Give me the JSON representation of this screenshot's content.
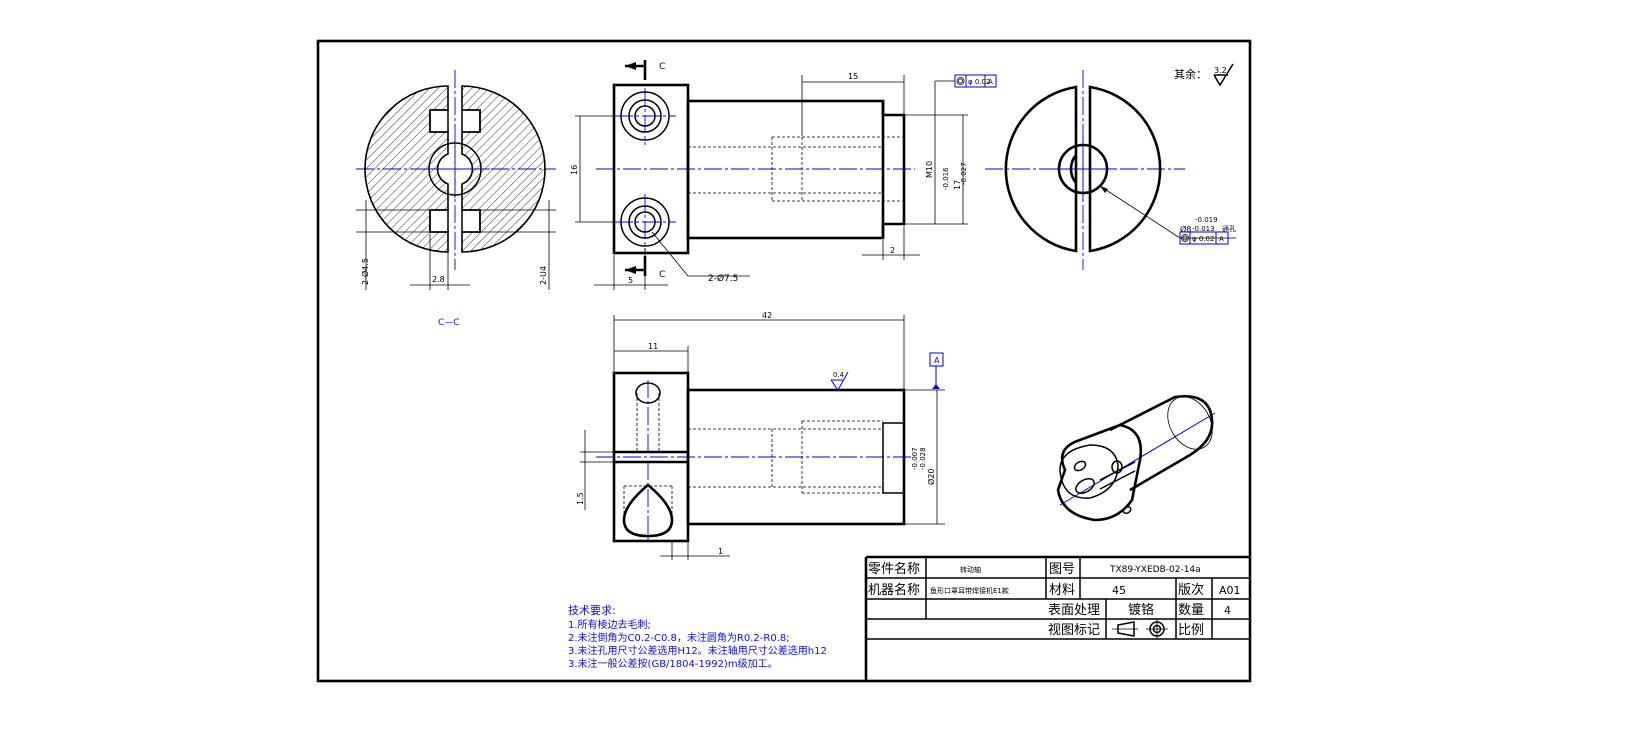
{
  "title_block": {
    "part_name_label": "零件名称",
    "part_name_value": "转动轴",
    "drawing_no_label": "图号",
    "drawing_no_value": "TX89-YXEDB-02-14a",
    "machine_name_label": "机器名称",
    "machine_name_value": "鱼形口罩耳带焊接机E1款",
    "material_label": "材料",
    "material_value": "45",
    "revision_label": "版次",
    "revision_value": "A01",
    "surface_label": "表面处理",
    "surface_value": "镀铬",
    "quantity_label": "数量",
    "quantity_value": "4",
    "view_mark_label": "视图标记",
    "scale_label": "比例",
    "scale_value": ""
  },
  "tech_requirements": {
    "heading": "技术要求:",
    "items": [
      "1.所有棱边去毛刺;",
      "2.未注倒角为C0.2-C0.8，未注圆角为R0.2-R0.8;",
      "3.未注孔用尺寸公差选用H12。未注轴用尺寸公差选用h12",
      "3.未注一般公差按(GB/1804-1992)m级加工。"
    ]
  },
  "annotations": {
    "other_roughness_label": "其余：",
    "other_roughness_value": "3.2",
    "section_label": "C—C",
    "cut_mark_top": "C",
    "cut_mark_bottom": "C",
    "datum_label": "A",
    "roughness_front": "0.4"
  },
  "dimensions": {
    "d15": "15",
    "d16": "16",
    "d10": "M10",
    "d17": "17",
    "d17_tol_upper": "-0.016",
    "d17_tol_lower": "-0.027",
    "d2": "2",
    "d5": "5",
    "holes": "2-Ø7.5",
    "d2phi45": "2-Ø4.5",
    "d28": "2.8",
    "d2u4": "2-U4",
    "d42": "42",
    "d11": "11",
    "d20": "Ø20",
    "d20_tol_upper": "-0.007",
    "d20_tol_lower": "-0.028",
    "d1": "1",
    "d15b": "1.5",
    "d8": "Ø8",
    "d8_tol_upper": "-0.019",
    "d8_tol_lower": "-0.013",
    "d8_note": "通孔",
    "tol_runout": "φ 0.02",
    "tol_datum": "A"
  }
}
